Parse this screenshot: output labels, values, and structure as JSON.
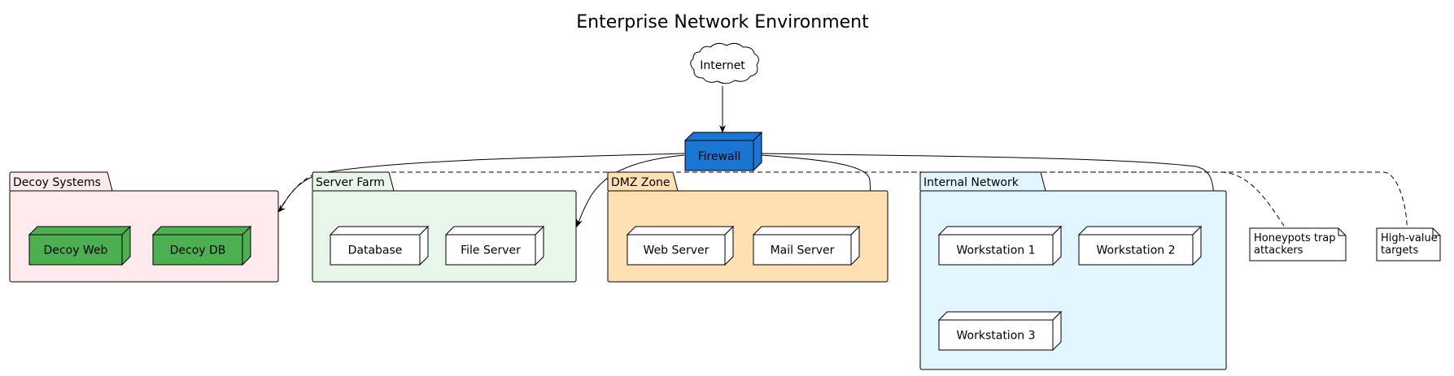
{
  "title": "Enterprise Network Environment",
  "internet": {
    "label": "Internet"
  },
  "firewall": {
    "label": "Firewall",
    "color": "#1976D2"
  },
  "packages": [
    {
      "key": "decoy",
      "label": "Decoy Systems",
      "fill": "#FFEBEE",
      "nodes": [
        {
          "label": "Decoy Web",
          "fill": "#4CAF50"
        },
        {
          "label": "Decoy DB",
          "fill": "#4CAF50"
        }
      ]
    },
    {
      "key": "server",
      "label": "Server Farm",
      "fill": "#E8F5E9",
      "nodes": [
        {
          "label": "Database",
          "fill": "#FFFFFF"
        },
        {
          "label": "File Server",
          "fill": "#FFFFFF"
        }
      ]
    },
    {
      "key": "dmz",
      "label": "DMZ Zone",
      "fill": "#FFE0B2",
      "nodes": [
        {
          "label": "Web Server",
          "fill": "#FFFFFF"
        },
        {
          "label": "Mail Server",
          "fill": "#FFFFFF"
        }
      ]
    },
    {
      "key": "internal",
      "label": "Internal Network",
      "fill": "#E1F5FE",
      "nodes": [
        {
          "label": "Workstation 1",
          "fill": "#FFFFFF"
        },
        {
          "label": "Workstation 2",
          "fill": "#FFFFFF"
        },
        {
          "label": "Workstation 3",
          "fill": "#FFFFFF"
        }
      ]
    }
  ],
  "notes": [
    {
      "lines": [
        "Honeypots trap",
        "attackers"
      ]
    },
    {
      "lines": [
        "High-value",
        "targets"
      ]
    }
  ]
}
